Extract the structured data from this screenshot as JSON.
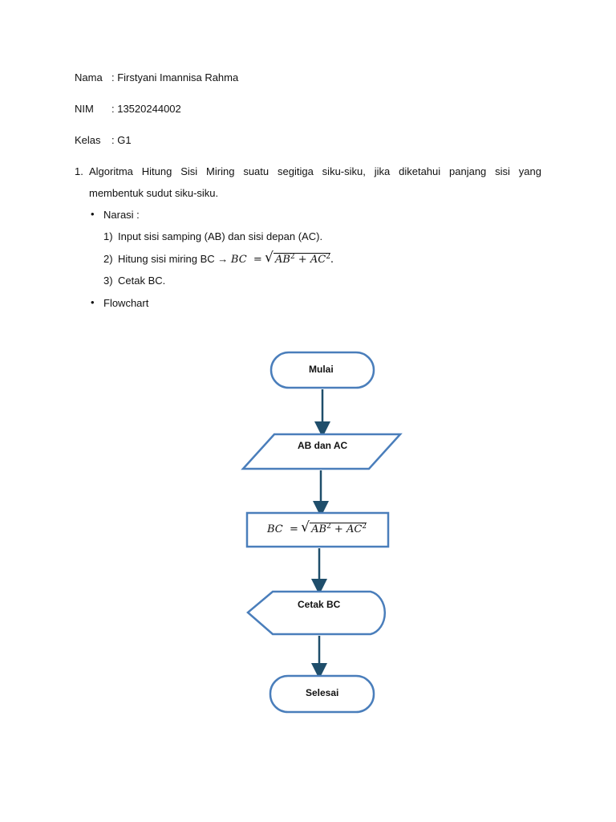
{
  "header": {
    "nama_label": "Nama",
    "nama_value": ": Firstyani Imannisa Rahma",
    "nim_label": "NIM",
    "nim_value": ": 13520244002",
    "kelas_label": "Kelas",
    "kelas_value": ": G1"
  },
  "item1": {
    "number": "1.",
    "line1": "Algoritma Hitung Sisi Miring suatu segitiga siku-siku, jika diketahui panjang sisi yang",
    "line2": "membentuk sudut siku-siku."
  },
  "narasi": {
    "bullet_label": "Narasi :",
    "steps": [
      {
        "num": "1)",
        "text": "Input sisi samping (AB) dan sisi depan (AC)."
      },
      {
        "num": "2)",
        "text": "Hitung sisi miring BC"
      },
      {
        "num": "3)",
        "text": "Cetak BC."
      }
    ],
    "arrow": "→",
    "formula_lhs": "BC",
    "formula_eq": "=",
    "formula_ab": "AB",
    "formula_plus": "+",
    "formula_ac": "AC",
    "formula_exp": "2",
    "formula_end": "."
  },
  "flowchart_bullet": "Flowchart",
  "flowchart": {
    "start": "Mulai",
    "input": "AB dan AC",
    "output": "Cetak BC",
    "end": "Selesai",
    "box_color": "#4a7ebb",
    "arrow_color": "#1f4e6b"
  }
}
